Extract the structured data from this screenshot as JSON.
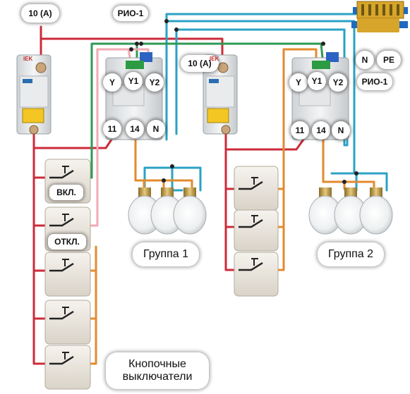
{
  "labels": {
    "breaker_1_rating": "10 (A)",
    "breaker_2_rating": "10 (A)",
    "relay_1_name": "РИО-1",
    "relay_2_name": "РИО-1",
    "busbar_n": "N",
    "busbar_pe": "PE",
    "group_1": "Группа 1",
    "group_2": "Группа 2",
    "push_buttons_line1": "Кнопочные",
    "push_buttons_line2": "выключатели",
    "button_on": "ВКЛ.",
    "button_off": "ОТКЛ."
  },
  "relay_1_terminals": {
    "y": "Y",
    "y1": "Y1",
    "y2": "Y2",
    "t11": "11",
    "t14": "14",
    "n": "N"
  },
  "relay_2_terminals": {
    "y": "Y",
    "y1": "Y1",
    "y2": "Y2",
    "t11": "11",
    "t14": "14",
    "n": "N"
  },
  "breaker_brand": "IEK",
  "wire_colors": {
    "phase": "#cc2b3a",
    "neutral": "#2aa2c4",
    "switched": "#e38a2e",
    "control_on": "#2e9a55",
    "control_off": "#f2a9b4",
    "ground": "#3a60a8"
  }
}
